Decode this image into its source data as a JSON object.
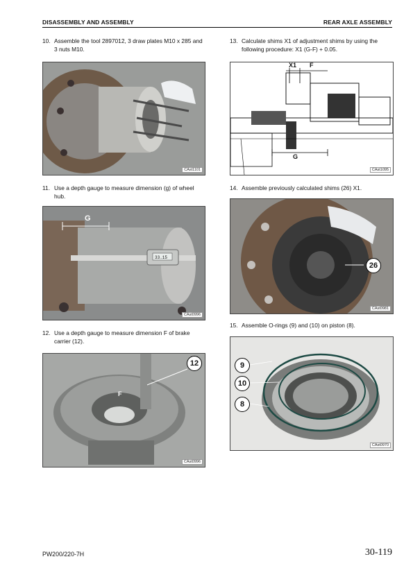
{
  "header": {
    "left": "DISASSEMBLY AND ASSEMBLY",
    "right": "REAR AXLE ASSEMBLY"
  },
  "steps": [
    {
      "num": "10.",
      "text": "Assemble the tool 2897012, 3 draw plates M10 x 285 and 3 nuts M10.",
      "fig_code": "CAst1101"
    },
    {
      "num": "11.",
      "text": "Use a depth gauge to measure dimension (g) of wheel hub.",
      "fig_code": "CAst0996",
      "labels": {
        "g": "G",
        "reading": "33.15"
      }
    },
    {
      "num": "12.",
      "text": "Use a depth gauge to measure dimension F of brake carrier (12).",
      "fig_code": "CAst0996",
      "labels": {
        "f": "F",
        "callout": "12"
      }
    },
    {
      "num": "13.",
      "text": "Calculate shims X1 of adjustment shims by using the following procedure: X1 (G-F) + 0.05.",
      "fig_code": "CAst1095",
      "labels": {
        "x1": "X1",
        "f": "F",
        "g": "G"
      }
    },
    {
      "num": "14.",
      "text": "Assemble previously calculated shims (26) X1.",
      "fig_code": "CAst0981",
      "labels": {
        "callout": "26"
      }
    },
    {
      "num": "15.",
      "text": "Assemble O-rings (9) and (10) on piston (8).",
      "fig_code": "CAst0970",
      "labels": {
        "c1": "9",
        "c2": "10",
        "c3": "8"
      }
    }
  ],
  "footer": {
    "model": "PW200/220-7H",
    "page": "30-119"
  }
}
